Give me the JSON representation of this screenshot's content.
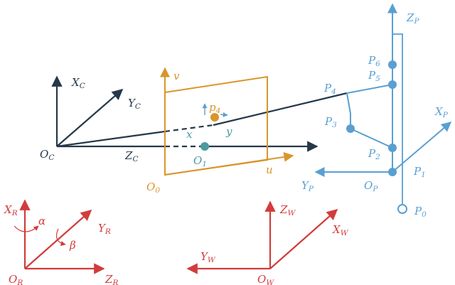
{
  "colors": {
    "camera": "#25384a",
    "image_plane": "#d9952c",
    "robot_model": "#5a9fd2",
    "robot_base": "#d23c3c",
    "principal_point": "#4e9aa0"
  },
  "camera_frame": {
    "origin": {
      "main": "O",
      "sub": "C"
    },
    "x_axis": {
      "main": "X",
      "sub": "C"
    },
    "y_axis": {
      "main": "Y",
      "sub": "C"
    },
    "z_axis": {
      "main": "Z",
      "sub": "C"
    }
  },
  "image_plane": {
    "origin": {
      "main": "O",
      "sub": "0"
    },
    "u_axis": "u",
    "v_axis": "v",
    "principal_point": {
      "main": "O",
      "sub": "1"
    },
    "x_label": "x",
    "y_label": "y",
    "projected_point": {
      "main": "p",
      "sub": "4"
    }
  },
  "robot_model": {
    "origin": {
      "main": "O",
      "sub": "P"
    },
    "x_axis": {
      "main": "X",
      "sub": "P"
    },
    "y_axis": {
      "main": "Y",
      "sub": "P"
    },
    "z_axis": {
      "main": "Z",
      "sub": "P"
    },
    "points": [
      {
        "main": "P",
        "sub": "0"
      },
      {
        "main": "P",
        "sub": "1"
      },
      {
        "main": "P",
        "sub": "2"
      },
      {
        "main": "P",
        "sub": "3"
      },
      {
        "main": "P",
        "sub": "4"
      },
      {
        "main": "P",
        "sub": "5"
      },
      {
        "main": "P",
        "sub": "6"
      }
    ]
  },
  "robot_base_frame": {
    "origin": {
      "main": "O",
      "sub": "R"
    },
    "x_axis": {
      "main": "X",
      "sub": "R"
    },
    "y_axis": {
      "main": "Y",
      "sub": "R"
    },
    "z_axis": {
      "main": "Z",
      "sub": "R"
    },
    "alpha": "α",
    "beta": "β"
  },
  "world_frame": {
    "origin": {
      "main": "O",
      "sub": "W"
    },
    "x_axis": {
      "main": "X",
      "sub": "W"
    },
    "y_axis": {
      "main": "Y",
      "sub": "W"
    },
    "z_axis": {
      "main": "Z",
      "sub": "W"
    }
  }
}
